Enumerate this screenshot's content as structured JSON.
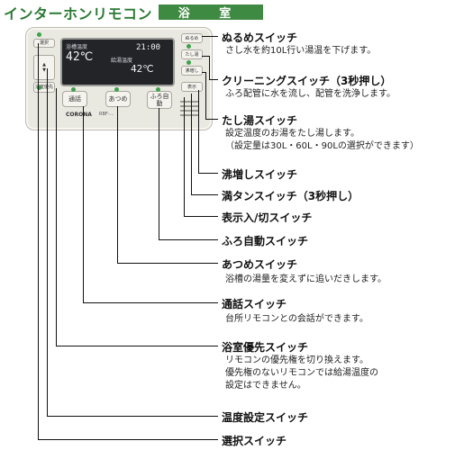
{
  "header": {
    "title": "インターホンリモコン",
    "tag": "浴 室"
  },
  "remote": {
    "lcd_label_left": "浴槽温度",
    "lcd_temp": "42℃",
    "lcd_label_mid": "給湯温度",
    "lcd_time": "21:00",
    "lcd_temp2": "42℃",
    "btn_select": "選択",
    "btn_bath_priority": "浴室優先",
    "btn_call": "通話",
    "btn_atsume": "あつめ",
    "btn_furo_auto": "ふろ自動",
    "btn_nuru": "ぬるめ",
    "btn_tashi": "たし湯",
    "btn_boil": "沸増し",
    "btn_disp": "表示",
    "logo": "CORONA",
    "model": "RBF-…"
  },
  "items": [
    {
      "name": "ぬるめスイッチ",
      "desc": [
        "さし水を約10L行い湯温を下げます。"
      ]
    },
    {
      "name": "クリーニングスイッチ（3秒押し）",
      "desc": [
        "ふろ配管に水を流し、配管を洗浄します。"
      ]
    },
    {
      "name": "たし湯スイッチ",
      "desc": [
        "設定温度のお湯をたし湯します。",
        "（設定量は30L・60L・90Lの選択ができます）"
      ]
    },
    {
      "name": "沸増しスイッチ",
      "desc": []
    },
    {
      "name": "満タンスイッチ（3秒押し）",
      "desc": []
    },
    {
      "name": "表示入/切スイッチ",
      "desc": []
    },
    {
      "name": "ふろ自動スイッチ",
      "desc": []
    },
    {
      "name": "あつめスイッチ",
      "desc": [
        "浴槽の湯量を変えずに追いだきします。"
      ]
    },
    {
      "name": "通話スイッチ",
      "desc": [
        "台所リモコンとの会話ができます。"
      ]
    },
    {
      "name": "浴室優先スイッチ",
      "desc": [
        "リモコンの優先権を切り換えます。",
        "優先権のないリモコンでは給湯温度の",
        "設定はできません。"
      ]
    },
    {
      "name": "温度設定スイッチ",
      "desc": []
    },
    {
      "name": "選択スイッチ",
      "desc": []
    }
  ]
}
